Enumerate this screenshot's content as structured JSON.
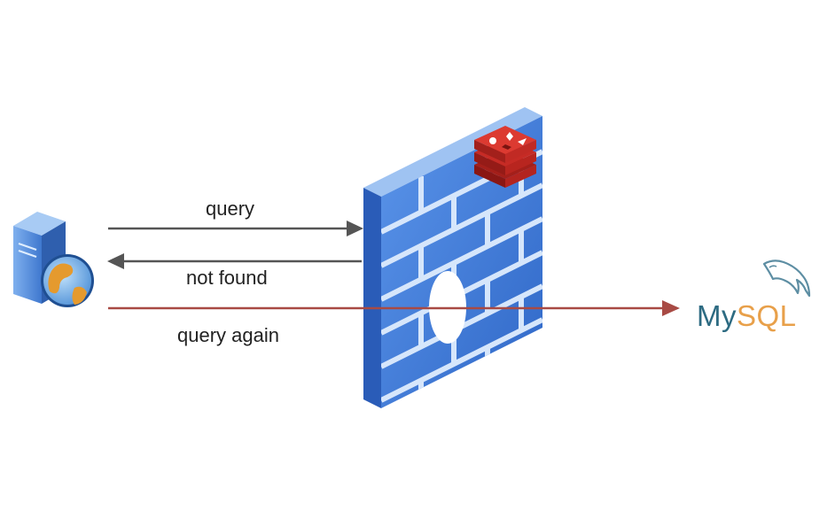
{
  "labels": {
    "query": "query",
    "not_found": "not found",
    "query_again": "query again"
  },
  "database": {
    "logo_my": "My",
    "logo_sql": "SQL"
  },
  "icons": {
    "client": "web-server-globe-icon",
    "cache": "redis-icon",
    "firewall": "brick-wall-icon",
    "database": "mysql-dolphin-icon"
  },
  "colors": {
    "request_arrow": "#555555",
    "database_arrow": "#a84a44",
    "wall": "#3b7ad9",
    "cache": "#c8312b",
    "mysql_my": "#2d6b82",
    "mysql_sql": "#e8a04a"
  }
}
